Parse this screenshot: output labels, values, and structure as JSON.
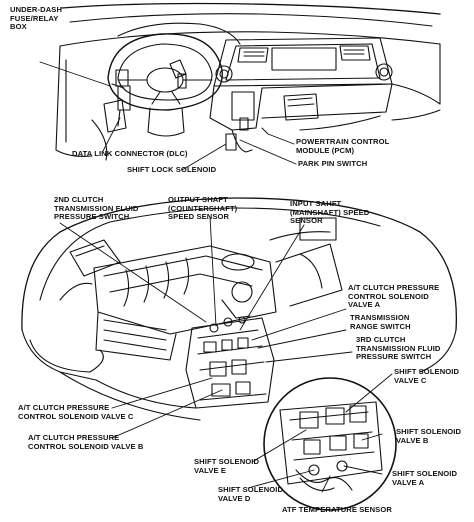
{
  "labels": {
    "under_dash_fuse_relay_box": "UNDER-DASH\nFUSE/RELAY\nBOX",
    "data_link_connector": "DATA LINK CONNECTOR (DLC)",
    "shift_lock_solenoid": "SHIFT LOCK SOLENOID",
    "powertrain_control_module": "POWERTRAIN CONTROL\nMODULE (PCM)",
    "park_pin_switch": "PARK PIN SWITCH",
    "second_clutch_pressure_switch": "2ND CLUTCH\nTRANSMISSION FLUID\nPRESSURE SWITCH",
    "output_shaft_speed_sensor": "OUTPUT SHAFT\n(COUNTERSHAFT)\nSPEED SENSOR",
    "input_shaft_speed_sensor": "INPUT SAHFT\n(MAINSHAFT) SPEED\nSENSOR",
    "at_clutch_pressure_valve_a": "A/T CLUTCH PRESSURE\nCONTROL SOLENOID\nVALVE A",
    "transmission_range_switch": "TRANSMISSION\nRANGE SWITCH",
    "third_clutch_pressure_switch": "3RD CLUTCH\nTRANSMISSION FLUID\nPRESSURE SWITCH",
    "shift_solenoid_valve_c": "SHIFT SOLENOID\nVALVE C",
    "at_clutch_pressure_valve_c": "A/T CLUTCH PRESSURE\nCONTROL SOLENOID VALVE C",
    "shift_solenoid_valve_b": "SHIFT SOLENOID\nVALVE B",
    "at_clutch_pressure_valve_b": "A/T CLUTCH PRESSURE\nCONTROL SOLENOID VALVE B",
    "shift_solenoid_valve_a": "SHIFT SOLENOID\nVALVE A",
    "shift_solenoid_valve_e": "SHIFT SOLENOID\nVALVE E",
    "shift_solenoid_valve_d": "SHIFT SOLENOID\nVALVE D",
    "atf_temperature_sensor": "ATF TEMPERATURE SENSOR"
  }
}
